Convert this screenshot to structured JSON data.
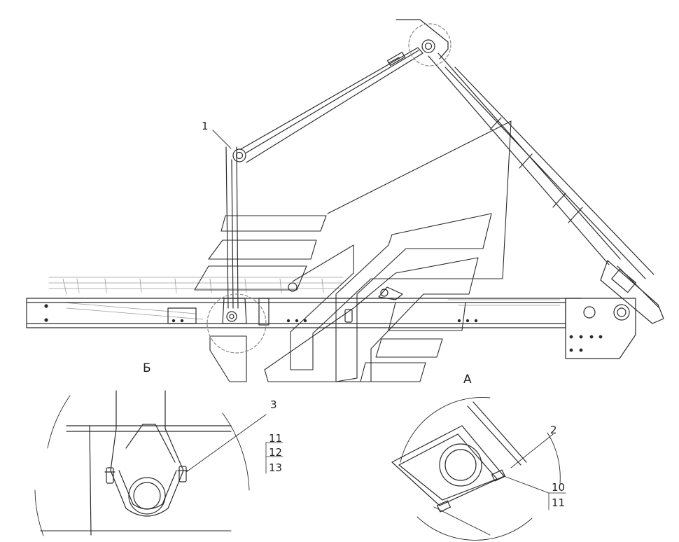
{
  "callouts": {
    "c1": "1",
    "c2": "2",
    "c3": "3",
    "c10": "10",
    "c11a": "11",
    "c11b": "11",
    "c12": "12",
    "c13": "13"
  },
  "views": {
    "view_b": "Б",
    "view_a": "А"
  },
  "colors": {
    "line": "#2a2a2a",
    "background": "#ffffff"
  }
}
